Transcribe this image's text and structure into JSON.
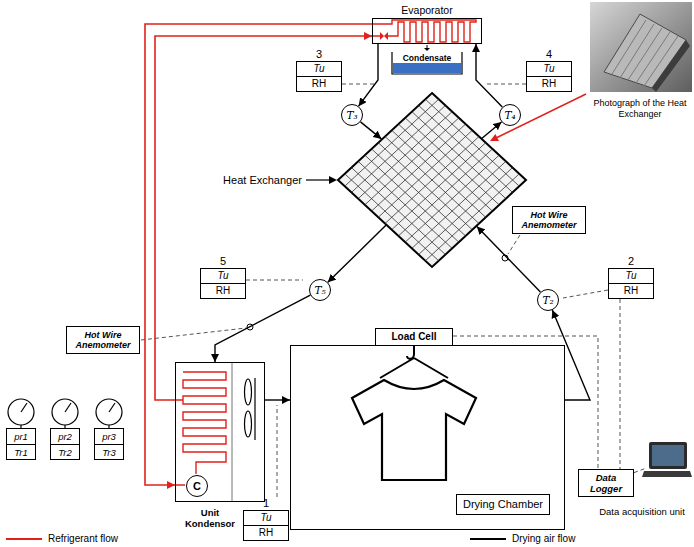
{
  "diagram": {
    "nodes": [
      {
        "text": [
          "Evaporator"
        ]
      },
      {
        "text": [
          "Condensate"
        ]
      },
      {
        "text": [
          "3",
          "Tu",
          "RH"
        ]
      },
      {
        "text": [
          "4",
          "Tu",
          "RH"
        ]
      },
      {
        "text": [
          "T₃"
        ]
      },
      {
        "text": [
          "T₄"
        ]
      },
      {
        "text": [
          "Heat Exchanger"
        ]
      },
      {
        "text": [
          "Hot Wire Anemometer"
        ]
      },
      {
        "text": [
          "T₅"
        ]
      },
      {
        "text": [
          "T₂"
        ]
      },
      {
        "text": [
          "5",
          "Tu",
          "RH"
        ]
      },
      {
        "text": [
          "2",
          "Tu",
          "RH"
        ]
      },
      {
        "text": [
          "Load Cell"
        ]
      },
      {
        "text": [
          "Drying Chamber"
        ]
      },
      {
        "text": [
          "1",
          "Tu",
          "RH"
        ]
      },
      {
        "text": [
          "Unit Kondensor"
        ]
      },
      {
        "text": [
          "C"
        ],
        "in": 15
      },
      {
        "text": [
          "Hot Wire Anemometer"
        ]
      },
      {
        "text": [
          "pr1",
          "Tr1"
        ]
      },
      {
        "text": [
          "pr2",
          "Tr2"
        ]
      },
      {
        "text": [
          "pr3",
          "Tr3"
        ]
      },
      {
        "text": [
          "Data Logger"
        ]
      },
      {
        "text": [
          "Data acquisition unit"
        ]
      }
    ],
    "edges": [
      {
        "from": 0,
        "to": 4,
        "arrow": "to"
      },
      {
        "from": 4,
        "to": 6,
        "arrow": "to"
      },
      {
        "from": 6,
        "to": 5,
        "arrow": "to"
      },
      {
        "from": 5,
        "to": 0,
        "arrow": "to"
      },
      {
        "from": 6,
        "to": 8,
        "arrow": "to"
      },
      {
        "from": 8,
        "to": 15,
        "arrow": "to"
      },
      {
        "from": 15,
        "to": 13,
        "arrow": "to"
      },
      {
        "from": 13,
        "to": 9,
        "arrow": "to"
      },
      {
        "from": 9,
        "to": 6,
        "arrow": "to"
      },
      {
        "from": 0,
        "to": 15,
        "arrow": "to"
      },
      {
        "from": 15,
        "to": 0,
        "arrow": "to"
      },
      {
        "from": 12,
        "to": 21,
        "arrow": "none"
      },
      {
        "from": 11,
        "to": 21,
        "arrow": "none"
      },
      {
        "from": 21,
        "to": 22,
        "arrow": "none"
      }
    ],
    "labels": [
      "Photograph of the Heat Exchanger"
    ],
    "legend": [
      {
        "text": "Refrigerant flow"
      },
      {
        "text": "Drying air flow"
      }
    ]
  }
}
